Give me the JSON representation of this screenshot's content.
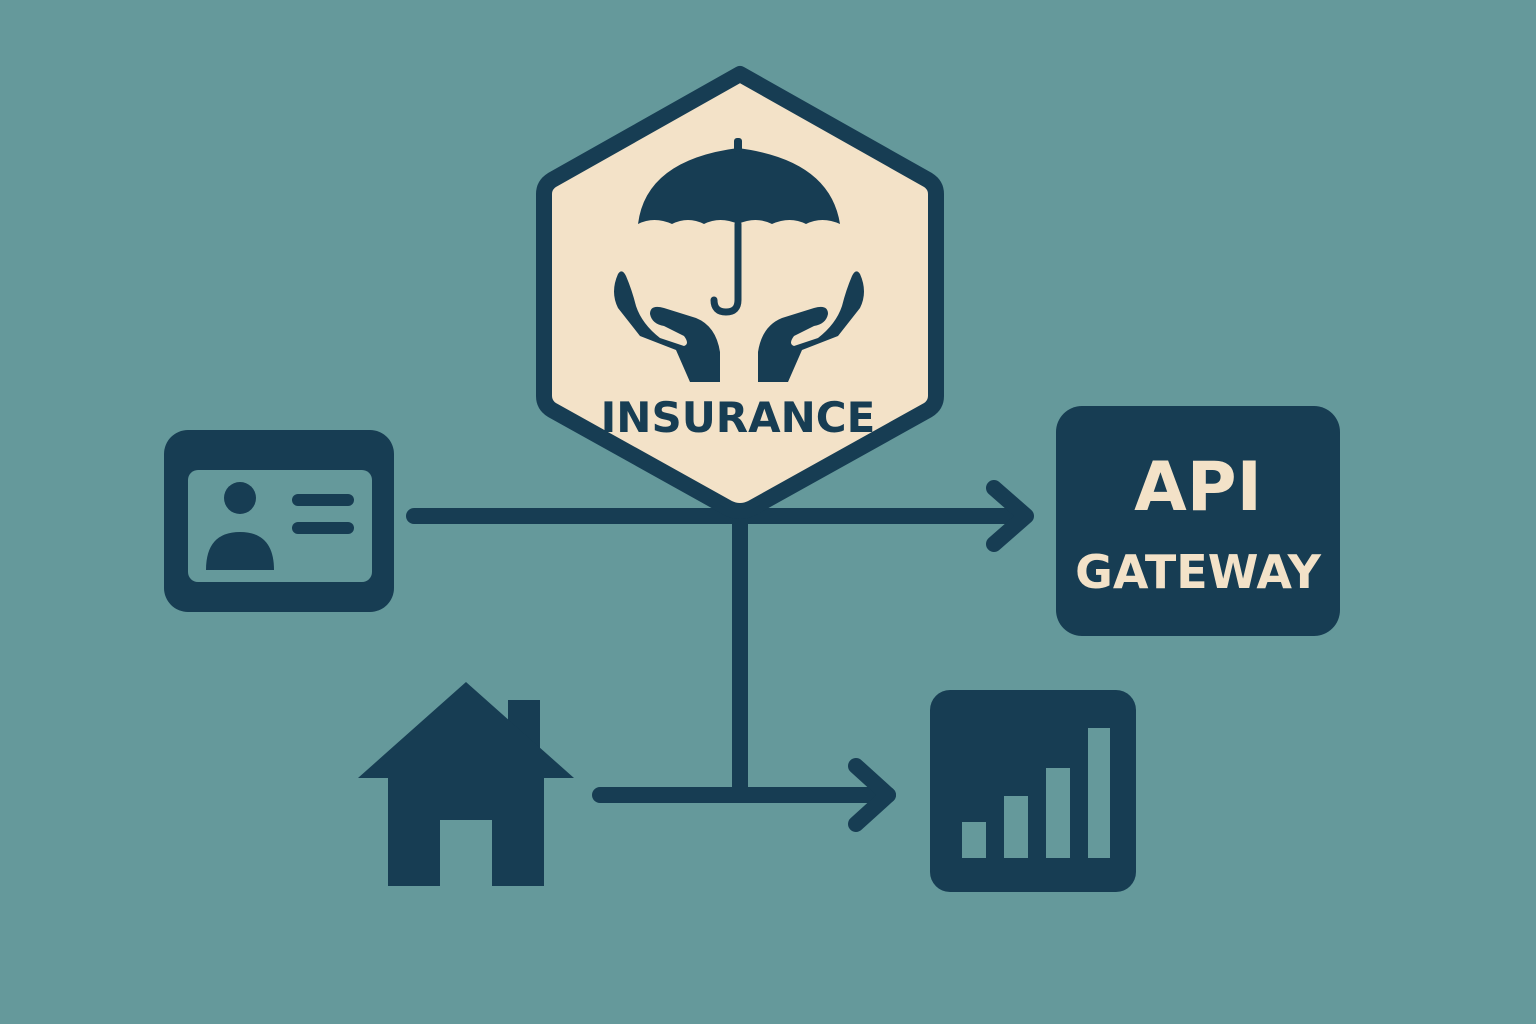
{
  "colors": {
    "background": "#65999b",
    "dark": "#173d53",
    "cream": "#f3e2c8"
  },
  "hub": {
    "label": "INSURANCE",
    "icon": "umbrella-hands-icon"
  },
  "gateway": {
    "line1": "API",
    "line2": "GATEWAY"
  },
  "nodes": {
    "id_card_icon": "id-card-icon",
    "house_icon": "house-icon",
    "chart_icon": "bar-chart-icon"
  }
}
